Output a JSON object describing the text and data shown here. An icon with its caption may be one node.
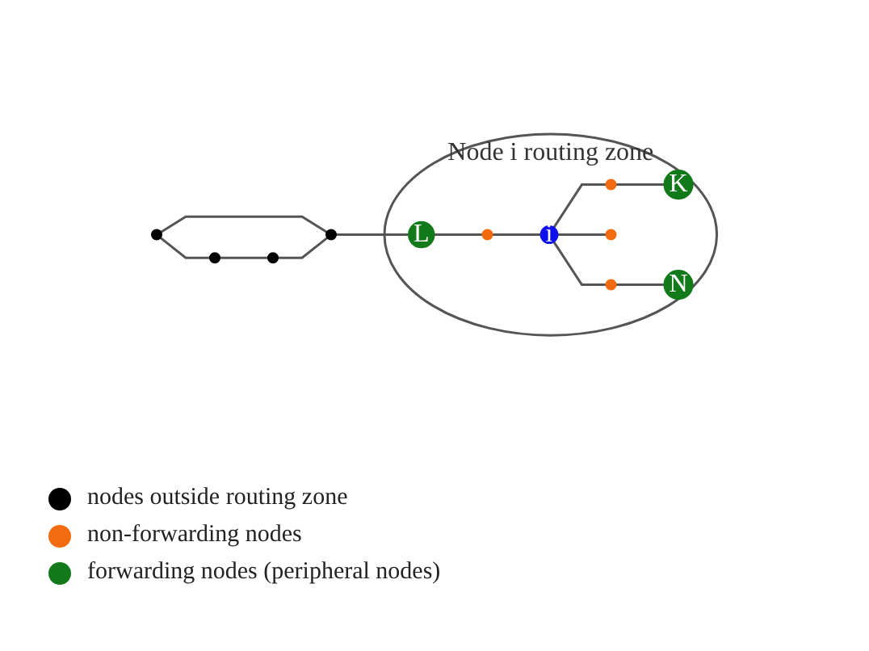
{
  "diagram": {
    "nodes": [
      {
        "text": [
          "Node i routing zone"
        ]
      },
      {
        "text": [],
        "shape": "circle"
      },
      {
        "text": [],
        "shape": "circle"
      },
      {
        "text": [],
        "shape": "circle"
      },
      {
        "text": [],
        "shape": "circle"
      },
      {
        "text": [
          "K"
        ],
        "in": 0
      },
      {
        "text": [
          "L"
        ],
        "in": 0
      },
      {
        "text": [],
        "shape": "circle",
        "in": 0
      },
      {
        "text": [],
        "shape": "circle",
        "in": 0
      },
      {
        "text": [
          "i"
        ],
        "in": 0
      },
      {
        "text": [],
        "shape": "circle",
        "in": 0
      },
      {
        "text": [],
        "shape": "circle",
        "in": 0
      },
      {
        "text": [
          "N"
        ],
        "in": 0
      }
    ],
    "edges": [
      {
        "from": 1,
        "to": 2,
        "arrow": "none"
      },
      {
        "from": 1,
        "to": 3,
        "arrow": "none"
      },
      {
        "from": 3,
        "to": 4,
        "arrow": "none"
      },
      {
        "from": 4,
        "to": 2,
        "arrow": "none"
      },
      {
        "from": 2,
        "to": 6,
        "arrow": "none"
      },
      {
        "from": 6,
        "to": 10,
        "arrow": "none"
      },
      {
        "from": 10,
        "to": 9,
        "arrow": "none"
      },
      {
        "from": 9,
        "to": 7,
        "arrow": "none"
      },
      {
        "from": 7,
        "to": 5,
        "arrow": "none"
      },
      {
        "from": 9,
        "to": 8,
        "arrow": "none"
      },
      {
        "from": 9,
        "to": 11,
        "arrow": "none"
      },
      {
        "from": 11,
        "to": 12,
        "arrow": "none"
      }
    ],
    "legend": [
      {
        "text": "nodes outside routing zone",
        "color": "#000000"
      },
      {
        "text": "non-forwarding nodes",
        "color": "#f26b10"
      },
      {
        "text": "forwarding nodes (peripheral nodes)",
        "color": "#137a1b"
      }
    ]
  }
}
